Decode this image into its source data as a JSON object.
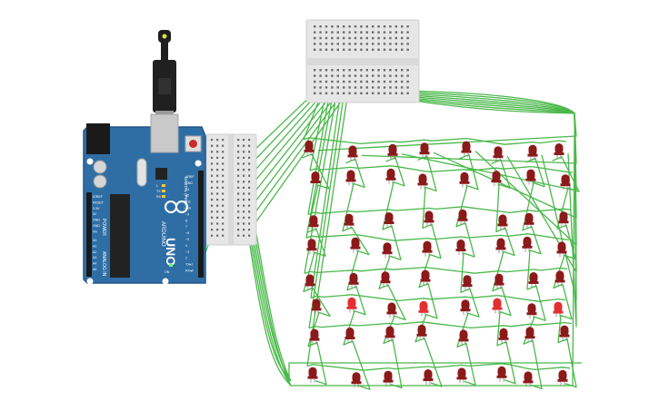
{
  "board": {
    "name": "UNO",
    "brand": "ARDUINO",
    "header_label": "DIGITAL (PWM~)",
    "power_label": "POWER",
    "analog_label": "ANALOG IN",
    "power_pins": [
      "IOREF",
      "RESET",
      "3.3V",
      "5V",
      "GND",
      "GND",
      "Vin"
    ],
    "analog_pins": [
      "A0",
      "A1",
      "A2",
      "A3",
      "A4",
      "A5"
    ],
    "digital_pins": [
      "AREF",
      "GND",
      "13",
      "12",
      "~11",
      "~10",
      "~9",
      "8",
      "7",
      "~6",
      "~5",
      "4",
      "~3",
      "2",
      "TX▸1",
      "RX◂0"
    ],
    "led_labels": [
      "L",
      "TX",
      "RX",
      "ON"
    ],
    "colors": {
      "board": "#2f6ea5",
      "board_edge": "#24578a",
      "usb": "#c9c9c9",
      "jack": "#1a1a1a",
      "chip": "#222222"
    }
  },
  "breadboards": {
    "top": {
      "name": "mini breadboard (top)",
      "color": "#e8e8e8"
    },
    "side": {
      "name": "mini breadboard (side)",
      "color": "#e8e8e8"
    }
  },
  "matrix": {
    "rows": 8,
    "cols": 8,
    "led_color": "#8b1a1a",
    "led_lit_color": "#e23030",
    "lit_row": 6
  },
  "wire_color": "#4ab84a"
}
